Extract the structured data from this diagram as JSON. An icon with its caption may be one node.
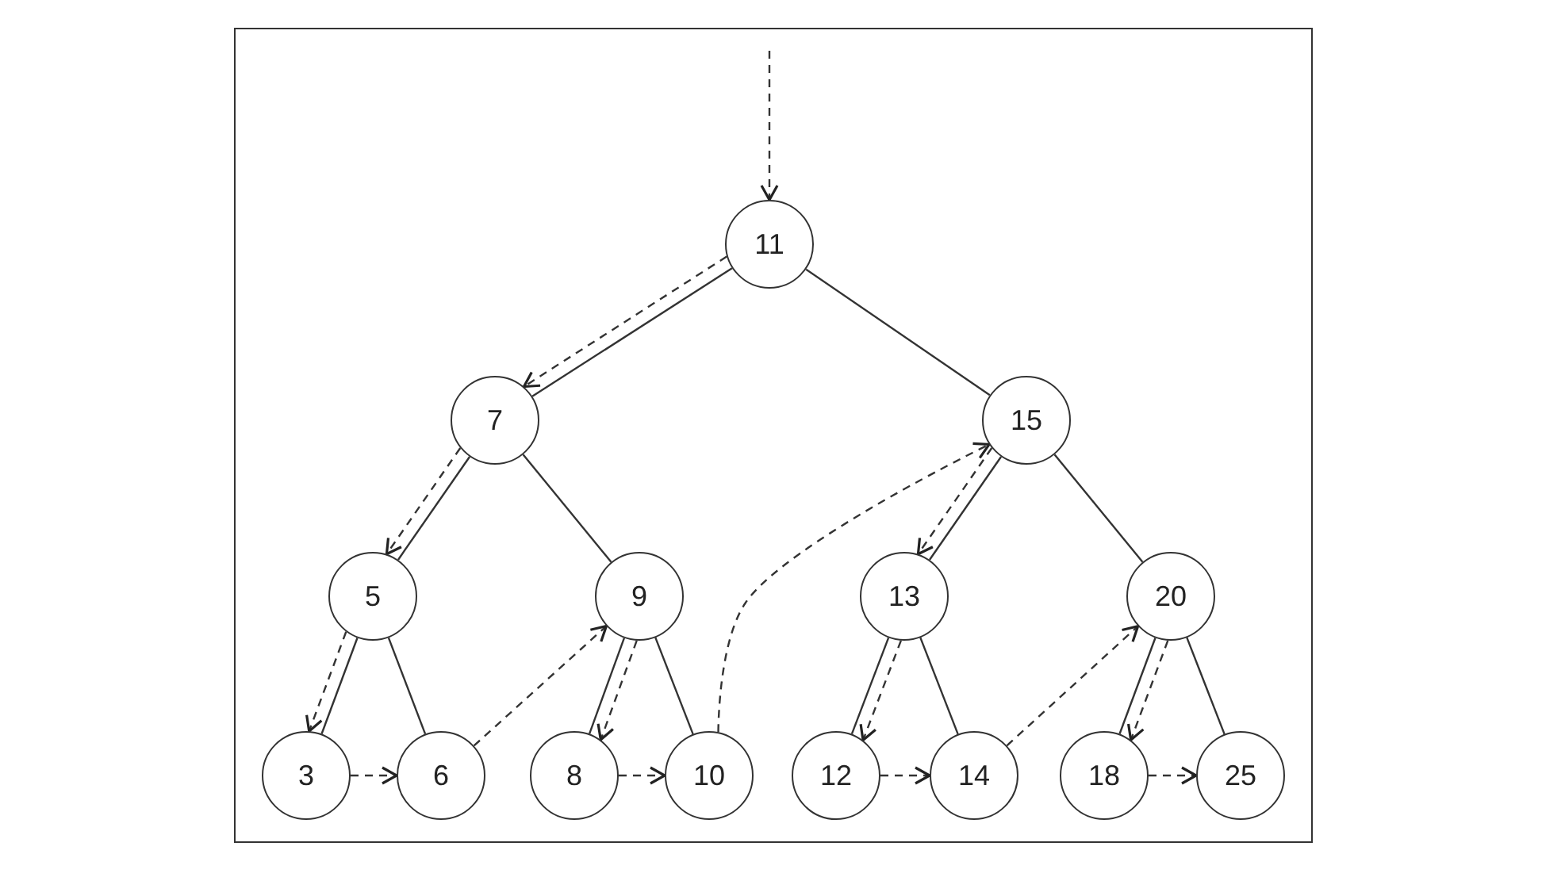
{
  "diagram": {
    "nodes": [
      {
        "text": [
          "11"
        ]
      },
      {
        "text": [
          "7"
        ]
      },
      {
        "text": [
          "15"
        ]
      },
      {
        "text": [
          "5"
        ]
      },
      {
        "text": [
          "9"
        ]
      },
      {
        "text": [
          "13"
        ]
      },
      {
        "text": [
          "20"
        ]
      },
      {
        "text": [
          "3"
        ]
      },
      {
        "text": [
          "6"
        ]
      },
      {
        "text": [
          "8"
        ]
      },
      {
        "text": [
          "10"
        ]
      },
      {
        "text": [
          "12"
        ]
      },
      {
        "text": [
          "14"
        ]
      },
      {
        "text": [
          "18"
        ]
      },
      {
        "text": [
          "25"
        ]
      }
    ],
    "edges": [
      {
        "from": 0,
        "to": 1,
        "arrow": "none"
      },
      {
        "from": 0,
        "to": 2,
        "arrow": "none"
      },
      {
        "from": 1,
        "to": 3,
        "arrow": "none"
      },
      {
        "from": 1,
        "to": 4,
        "arrow": "none"
      },
      {
        "from": 3,
        "to": 7,
        "arrow": "none"
      },
      {
        "from": 3,
        "to": 8,
        "arrow": "none"
      },
      {
        "from": 4,
        "to": 9,
        "arrow": "none"
      },
      {
        "from": 4,
        "to": 10,
        "arrow": "none"
      },
      {
        "from": 2,
        "to": 5,
        "arrow": "none"
      },
      {
        "from": 2,
        "to": 6,
        "arrow": "none"
      },
      {
        "from": 5,
        "to": 11,
        "arrow": "none"
      },
      {
        "from": 5,
        "to": 12,
        "arrow": "none"
      },
      {
        "from": 6,
        "to": 13,
        "arrow": "none"
      },
      {
        "from": 6,
        "to": 14,
        "arrow": "none"
      },
      {
        "from": null,
        "to": 0,
        "arrow": "to",
        "style": "dashed"
      },
      {
        "from": 0,
        "to": 1,
        "arrow": "to",
        "style": "dashed"
      },
      {
        "from": 1,
        "to": 3,
        "arrow": "to",
        "style": "dashed"
      },
      {
        "from": 3,
        "to": 7,
        "arrow": "to",
        "style": "dashed"
      },
      {
        "from": 7,
        "to": 8,
        "arrow": "to",
        "style": "dashed"
      },
      {
        "from": 8,
        "to": 4,
        "arrow": "to",
        "style": "dashed"
      },
      {
        "from": 4,
        "to": 9,
        "arrow": "to",
        "style": "dashed"
      },
      {
        "from": 9,
        "to": 10,
        "arrow": "to",
        "style": "dashed"
      },
      {
        "from": 10,
        "to": 2,
        "arrow": "to",
        "style": "dashed"
      },
      {
        "from": 2,
        "to": 5,
        "arrow": "to",
        "style": "dashed"
      },
      {
        "from": 5,
        "to": 11,
        "arrow": "to",
        "style": "dashed"
      },
      {
        "from": 11,
        "to": 12,
        "arrow": "to",
        "style": "dashed"
      },
      {
        "from": 12,
        "to": 6,
        "arrow": "to",
        "style": "dashed"
      },
      {
        "from": 6,
        "to": 13,
        "arrow": "to",
        "style": "dashed"
      },
      {
        "from": 13,
        "to": 14,
        "arrow": "to",
        "style": "dashed"
      }
    ]
  }
}
